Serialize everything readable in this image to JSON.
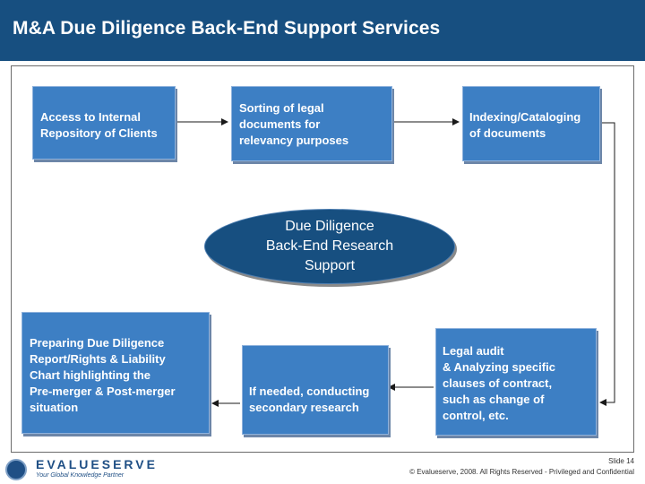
{
  "title": "M&A Due Diligence Back-End Support Services",
  "boxes": {
    "access": [
      "Access to Internal",
      "Repository of Clients"
    ],
    "sorting": [
      "Sorting of legal",
      "documents for",
      "relevancy purposes"
    ],
    "indexing": [
      "Indexing/Cataloging",
      "of documents"
    ],
    "preparing": [
      "Preparing Due Diligence",
      "Report/Rights & Liability",
      "Chart highlighting the",
      "Pre-merger & Post-merger",
      "situation"
    ],
    "secondary": [
      "If needed, conducting",
      "secondary research"
    ],
    "legal": [
      "Legal audit",
      "& Analyzing specific",
      "clauses of contract,",
      "such as change of",
      "control, etc."
    ]
  },
  "center": [
    "Due Diligence",
    "Back-End Research",
    "Support"
  ],
  "footer": {
    "logo_text": "EVALUESERVE",
    "logo_tagline": "Your Global Knowledge Partner",
    "slide": "Slide 14",
    "copyright": "© Evalueserve, 2008. All Rights Reserved - Privileged and Confidential"
  },
  "colors": {
    "title_bar": "#174f80",
    "box": "#3d7fc4",
    "ellipse": "#174f80"
  }
}
